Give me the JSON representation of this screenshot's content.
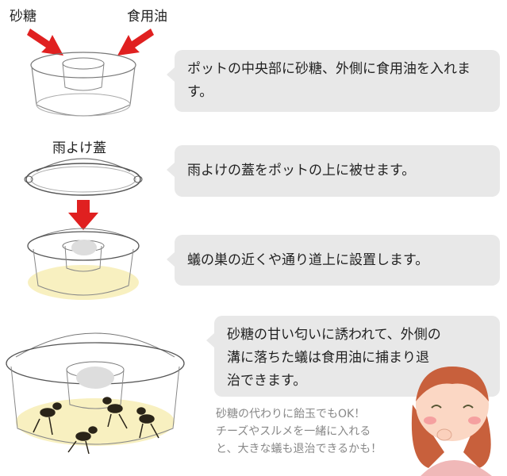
{
  "labels": {
    "sugar": "砂糖",
    "oil": "食用油",
    "lid": "雨よけ蓋"
  },
  "steps": [
    {
      "text": "ポットの中央部に砂糖、外側に食用油を入れます。"
    },
    {
      "text": "雨よけの蓋をポットの上に被せます。"
    },
    {
      "text": "蟻の巣の近くや通り道上に設置します。"
    },
    {
      "text": "砂糖の甘い匂いに誘われて、外側の溝に落ちた蟻は食用油に捕まり退治できます。"
    }
  ],
  "tip": {
    "lines": [
      "砂糖の代わりに飴玉でもOK！",
      "チーズやスルメを一緒に入れる",
      "と、大きな蟻も退治できるかも！"
    ]
  },
  "colors": {
    "arrow": "#e02020",
    "bubble": "#e8e8e8",
    "glow": "#f6ecb0"
  }
}
